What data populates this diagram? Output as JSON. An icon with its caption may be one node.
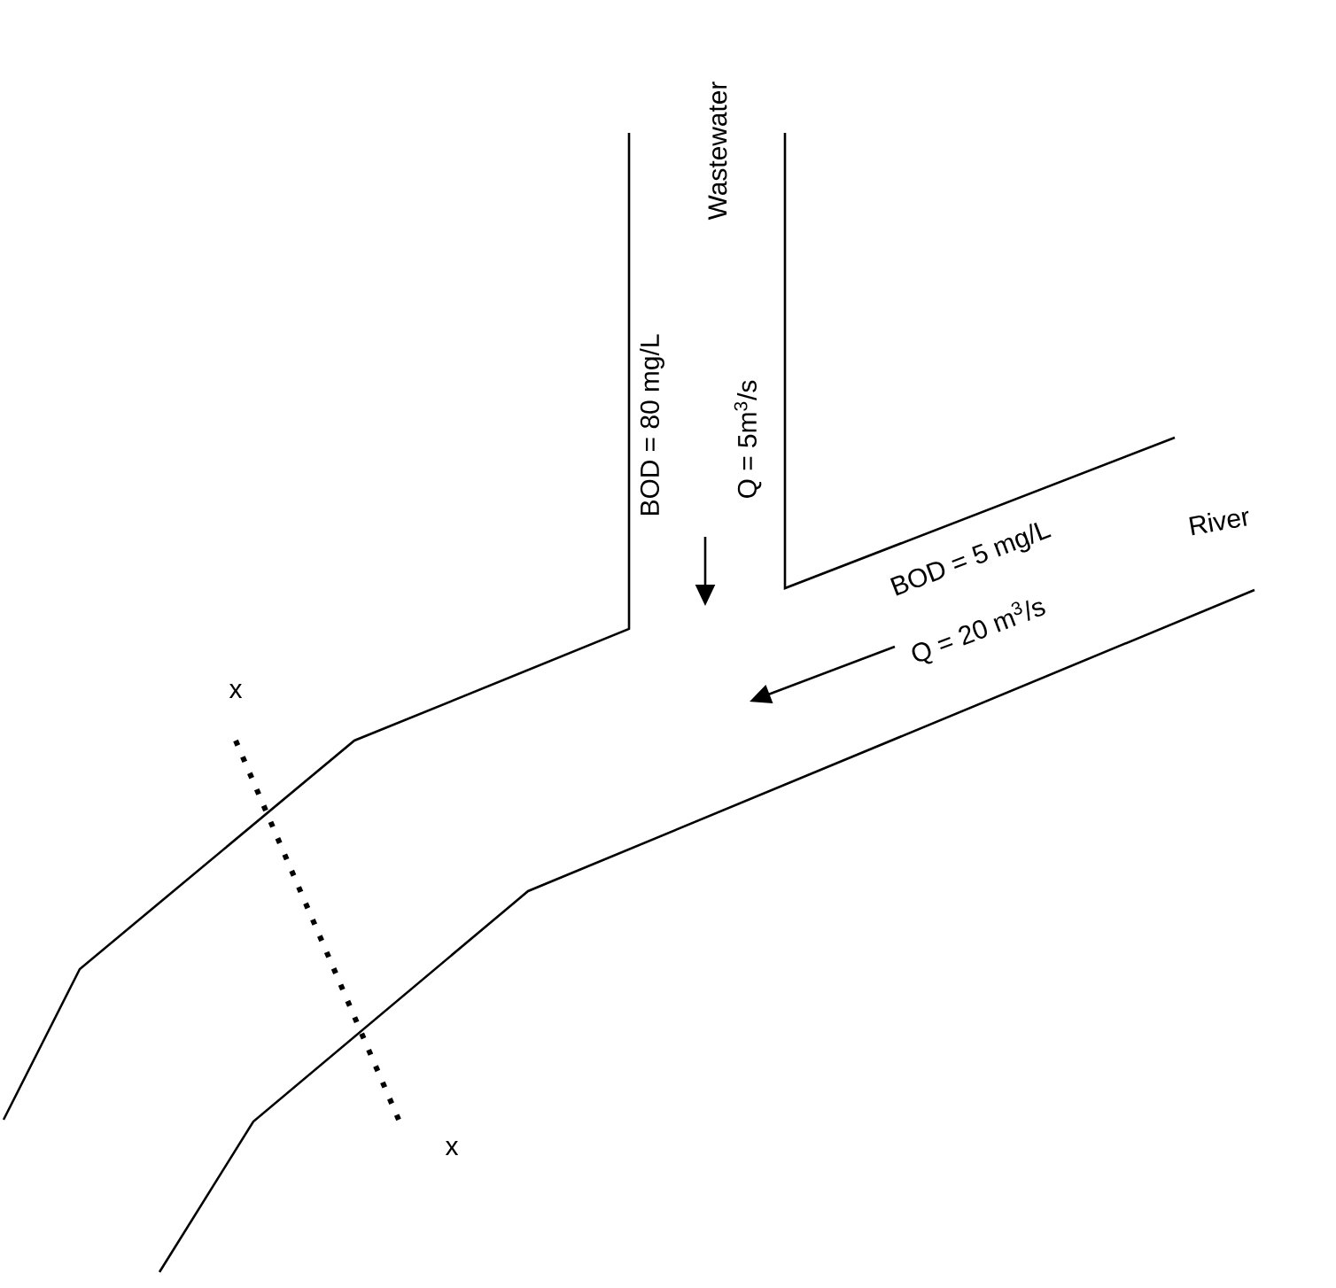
{
  "diagram": {
    "labels": [
      "Wastewater",
      "BOD = 80 mg/L",
      "Q = 5m$^{3}$/s",
      "BOD = 5 mg/L",
      "Q = 20 m$^{3}$/s",
      "River",
      "x",
      "x"
    ]
  }
}
